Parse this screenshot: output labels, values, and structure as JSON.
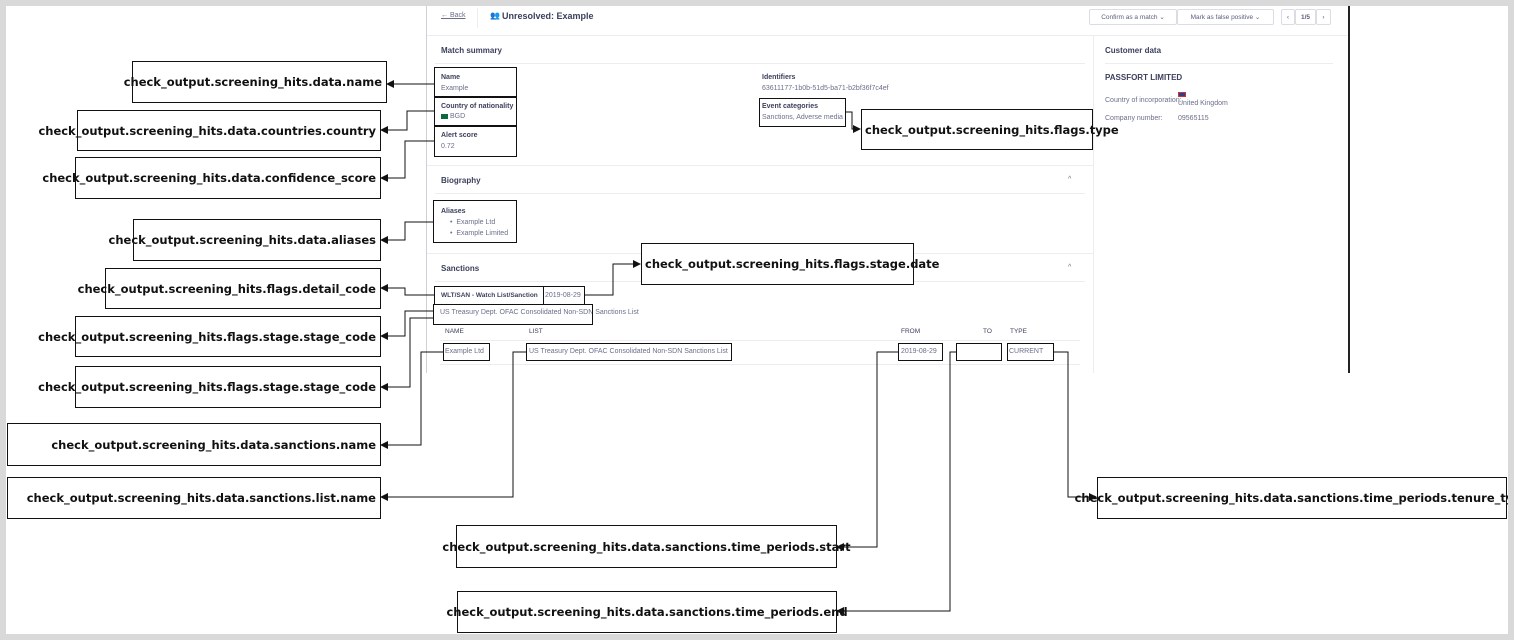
{
  "header": {
    "back_label": "← Back",
    "title": "Unresolved: Example",
    "confirm_label": "Confirm as a match",
    "false_positive_label": "Mark as false positive",
    "pager": "1/5"
  },
  "match_summary": {
    "title": "Match summary",
    "name_label": "Name",
    "name_value": "Example",
    "nationality_label": "Country of nationality",
    "nationality_value": "BGD",
    "score_label": "Alert score",
    "score_value": "0.72",
    "identifiers_label": "Identifiers",
    "identifiers_value": "63611177-1b0b-51d5-ba71-b2bf36f7c4ef",
    "events_label": "Event categories",
    "events_value": "Sanctions, Adverse media"
  },
  "biography": {
    "title": "Biography",
    "aliases_label": "Aliases",
    "aliases": [
      "Example Ltd",
      "Example Limited"
    ]
  },
  "sanctions": {
    "title": "Sanctions",
    "code": "WLT/SAN - Watch List/Sanction",
    "date": "2019-08-29",
    "list": "US Treasury Dept. OFAC Consolidated Non-SDN Sanctions List",
    "columns": [
      "NAME",
      "LIST",
      "FROM",
      "TO",
      "TYPE"
    ],
    "row": {
      "name": "Example Ltd",
      "list": "US Treasury Dept. OFAC Consolidated Non-SDN Sanctions List",
      "from": "2019-08-29",
      "to": "",
      "type": "CURRENT"
    }
  },
  "customer": {
    "title": "Customer data",
    "company": "PASSFORT LIMITED",
    "incorporation_label": "Country of incorporation:",
    "incorporation_value": "United Kingdom",
    "number_label": "Company number:",
    "number_value": "09565115"
  },
  "annotations": {
    "name": "check_output.screening_hits.data.name",
    "country": "check_output.screening_hits.data.countries.country",
    "confidence": "check_output.screening_hits.data.confidence_score",
    "aliases": "check_output.screening_hits.data.aliases",
    "detail_code": "check_output.screening_hits.flags.detail_code",
    "stage_code_1": "check_output.screening_hits.flags.stage.stage_code",
    "stage_code_2": "check_output.screening_hits.flags.stage.stage_code",
    "sanction_name": "check_output.screening_hits.data.sanctions.name",
    "list_name": "check_output.screening_hits.data.sanctions.list.name",
    "start": "check_output.screening_hits.data.sanctions.time_periods.start",
    "end": "check_output.screening_hits.data.sanctions.time_periods.end",
    "tenure": "check_output.screening_hits.data.sanctions.time_periods.tenure_type",
    "flags_type": "check_output.screening_hits.flags.type",
    "stage_date": "check_output.screening_hits.flags.stage.date"
  }
}
